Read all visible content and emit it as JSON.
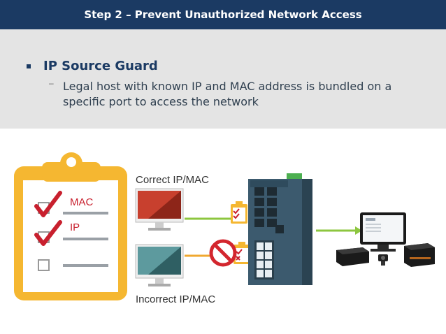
{
  "header": {
    "title": "Step 2 – Prevent Unauthorized Network Access"
  },
  "bullet": {
    "title": "IP Source Guard",
    "dash": "–",
    "text": "Legal host with known IP and MAC address is bundled on a specific port to access the network"
  },
  "checklist": {
    "items": [
      {
        "label": "MAC",
        "checked": true
      },
      {
        "label": "IP",
        "checked": true
      },
      {
        "label": "",
        "checked": false
      }
    ]
  },
  "labels": {
    "correct": "Correct IP/MAC",
    "incorrect": "Incorrect IP/MAC"
  },
  "colors": {
    "header_bg": "#1b3a63",
    "clipboard": "#f5b731",
    "check": "#c8202e",
    "arrow_ok": "#8dc63f",
    "arrow_bad": "#f0a830",
    "switch": "#3c5a6e"
  }
}
